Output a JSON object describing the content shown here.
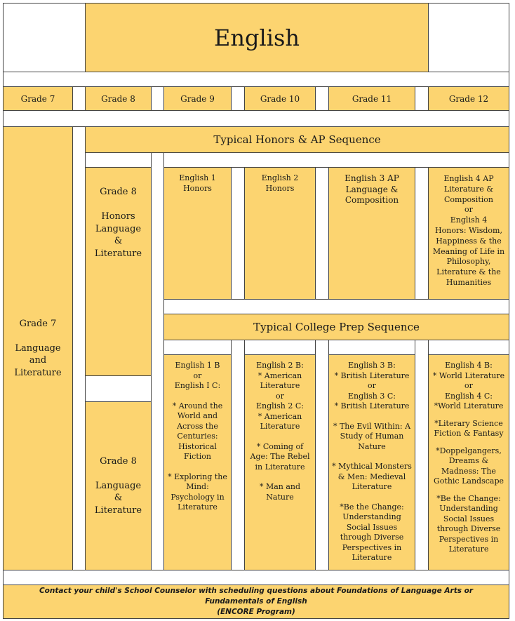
{
  "title": "English",
  "grades": [
    "Grade 7",
    "Grade 8",
    "Grade 9",
    "Grade 10",
    "Grade 11",
    "Grade 12"
  ],
  "honors_heading": "Typical Honors & AP Sequence",
  "college_heading": "Typical College Prep Sequence",
  "grade7_course": "Grade 7\n\nLanguage\nand\nLiterature",
  "grade8_honors_course": "Grade 8\n\nHonors\nLanguage\n&\nLiterature",
  "grade8_course": "Grade 8\n\nLanguage\n&\nLiterature",
  "honors_courses": [
    "English 1\nHonors",
    "English 2\nHonors",
    "English 3 AP\nLanguage &\nComposition",
    "English 4 AP\nLiterature &\nComposition\nor\nEnglish 4\nHonors: Wisdom,\nHappiness & the\nMeaning of Life in\nPhilosophy,\nLiterature & the\nHumanities"
  ],
  "college_courses": [
    [
      "English 1 B\nor\nEnglish I C:",
      "* Around the\nWorld and\nAcross the\nCenturies:\nHistorical\nFiction",
      "* Exploring the\nMind:\nPsychology in\nLiterature"
    ],
    [
      "English 2 B:\n* American\nLiterature\nor\nEnglish 2 C:\n* American\nLiterature",
      "* Coming of\nAge: The Rebel\nin Literature",
      "* Man and\nNature"
    ],
    [
      "English 3 B:\n* British Literature\nor\nEnglish 3 C:\n* British Literature",
      "* The Evil Within: A\nStudy of Human\nNature",
      "* Mythical Monsters\n& Men: Medieval\nLiterature",
      "*Be the Change:\nUnderstanding\nSocial Issues\nthrough Diverse\nPerspectives in\nLiterature"
    ],
    [
      "English 4 B:\n* World Literature\nor\nEnglish 4 C:\n*World Literature",
      "*Literary Science\nFiction & Fantasy",
      "*Doppelgangers,\nDreams &\nMadness: The\nGothic Landscape",
      "*Be the Change:\nUnderstanding\nSocial Issues\nthrough Diverse\nPerspectives in\nLiterature"
    ]
  ],
  "footer": "Contact your child's School Counselor with scheduling questions about Foundations of Language Arts or Fundamentals of English\n(ENCORE Program)",
  "colors": {
    "fill": "#fcd470",
    "border": "#444444"
  }
}
